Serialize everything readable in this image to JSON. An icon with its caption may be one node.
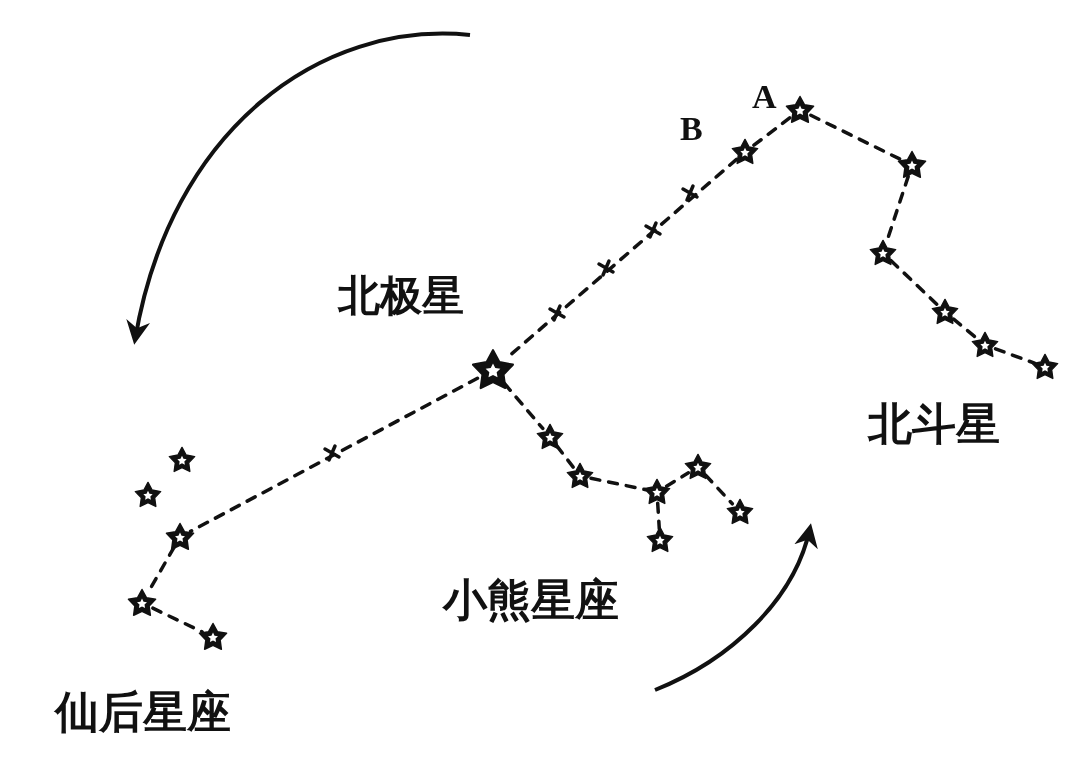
{
  "diagram": {
    "nodes": [
      {
        "text": [],
        "shape": "star",
        "beside": [
          "A"
        ]
      },
      {
        "text": [],
        "shape": "star",
        "beside": [
          "B"
        ]
      },
      {
        "text": [],
        "shape": "star"
      },
      {
        "text": [],
        "shape": "star"
      },
      {
        "text": [],
        "shape": "star"
      },
      {
        "text": [],
        "shape": "star"
      },
      {
        "text": [],
        "shape": "star"
      },
      {
        "text": [],
        "shape": "star",
        "beside": [
          "北极星"
        ]
      },
      {
        "text": [],
        "shape": "star"
      },
      {
        "text": [],
        "shape": "star"
      },
      {
        "text": [],
        "shape": "star"
      },
      {
        "text": [],
        "shape": "star"
      },
      {
        "text": [],
        "shape": "star"
      },
      {
        "text": [],
        "shape": "star"
      },
      {
        "text": [],
        "shape": "star"
      },
      {
        "text": [],
        "shape": "star"
      },
      {
        "text": [],
        "shape": "star"
      },
      {
        "text": [],
        "shape": "star"
      },
      {
        "text": [],
        "shape": "star"
      }
    ],
    "edges": [
      {
        "from": 1,
        "to": 0,
        "arrow": "none",
        "style": "dashed"
      },
      {
        "from": 0,
        "to": 2,
        "arrow": "none",
        "style": "dashed"
      },
      {
        "from": 2,
        "to": 3,
        "arrow": "none",
        "style": "dashed"
      },
      {
        "from": 3,
        "to": 4,
        "arrow": "none",
        "style": "dashed"
      },
      {
        "from": 4,
        "to": 5,
        "arrow": "none",
        "style": "dashed"
      },
      {
        "from": 5,
        "to": 6,
        "arrow": "none",
        "style": "dashed"
      },
      {
        "from": 1,
        "to": 7,
        "arrow": "none",
        "style": "dashed"
      },
      {
        "from": 7,
        "to": 8,
        "arrow": "none",
        "style": "dashed"
      },
      {
        "from": 8,
        "to": 9,
        "arrow": "none",
        "style": "dashed"
      },
      {
        "from": 9,
        "to": 10,
        "arrow": "none",
        "style": "dashed"
      },
      {
        "from": 10,
        "to": 11,
        "arrow": "none",
        "style": "dashed"
      },
      {
        "from": 11,
        "to": 12,
        "arrow": "none",
        "style": "dashed"
      },
      {
        "from": 10,
        "to": 13,
        "arrow": "none",
        "style": "dashed"
      },
      {
        "from": 7,
        "to": 16,
        "arrow": "none",
        "style": "dashed"
      },
      {
        "from": 16,
        "to": 17,
        "arrow": "none",
        "style": "dashed"
      },
      {
        "from": 17,
        "to": 18,
        "arrow": "none",
        "style": "dashed"
      }
    ],
    "labels": [
      "北斗星",
      "小熊星座",
      "仙后星座"
    ]
  }
}
